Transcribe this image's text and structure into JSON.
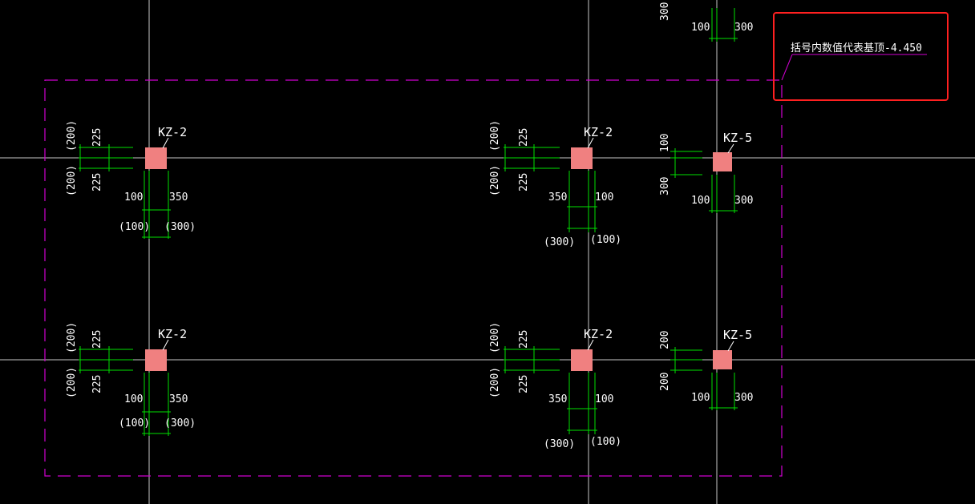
{
  "drawing": {
    "colors": {
      "background": "#000000",
      "axis_line": "#c8c8c8",
      "dimension_line": "#00e000",
      "column_fill": "#f08080",
      "boundary": "#d000d0",
      "text": "#ffffff",
      "callout_box": "#ff2020"
    },
    "note": {
      "text": "括号内数值代表基顶-4.450"
    },
    "columns": [
      {
        "label": "KZ-2",
        "left_dims": {
          "upper": "225",
          "lower": "225",
          "upper_paren": "(200)",
          "lower_paren": "(200)"
        },
        "bottom_dims": {
          "left": "100",
          "right": "350",
          "left_paren": "(100)",
          "right_paren": "(300)"
        }
      },
      {
        "label": "KZ-2",
        "left_dims": {
          "upper": "225",
          "lower": "225",
          "upper_paren": "(200)",
          "lower_paren": "(200)"
        },
        "bottom_dims": {
          "left": "350",
          "right": "100",
          "left_paren": "(300)",
          "right_paren": "(100)"
        }
      },
      {
        "label": "KZ-5",
        "left_dims": {
          "upper": "100",
          "lower": "300"
        },
        "bottom_dims": {
          "left": "100",
          "right": "300"
        }
      },
      {
        "label": "KZ-2",
        "left_dims": {
          "upper": "225",
          "lower": "225",
          "upper_paren": "(200)",
          "lower_paren": "(200)"
        },
        "bottom_dims": {
          "left": "100",
          "right": "350",
          "left_paren": "(100)",
          "right_paren": "(300)"
        }
      },
      {
        "label": "KZ-2",
        "left_dims": {
          "upper": "225",
          "lower": "225",
          "upper_paren": "(200)",
          "lower_paren": "(200)"
        },
        "bottom_dims": {
          "left": "350",
          "right": "100",
          "left_paren": "(300)",
          "right_paren": "(100)"
        }
      },
      {
        "label": "KZ-5",
        "left_dims": {
          "upper": "200",
          "lower": "200"
        },
        "bottom_dims": {
          "left": "100",
          "right": "300"
        }
      }
    ],
    "top_partial": {
      "left_dim": "300",
      "bottom_dims": {
        "left": "100",
        "right": "300"
      }
    }
  }
}
